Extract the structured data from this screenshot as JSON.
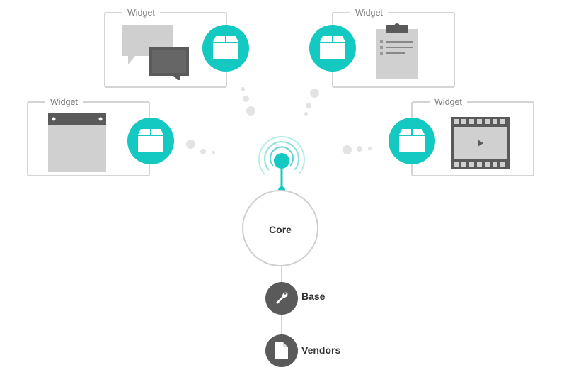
{
  "widgets": [
    {
      "label": "Widget",
      "icon": "chat-bubbles-icon"
    },
    {
      "label": "Widget",
      "icon": "clipboard-icon"
    },
    {
      "label": "Widget",
      "icon": "browser-window-icon"
    },
    {
      "label": "Widget",
      "icon": "film-strip-icon"
    }
  ],
  "core": {
    "label": "Core",
    "icon": "signal-broadcast-icon"
  },
  "base": {
    "label": "Base",
    "icon": "wrench-icon"
  },
  "vendors": {
    "label": "Vendors",
    "icon": "document-icon"
  },
  "colors": {
    "accent": "#13c9c1",
    "dark": "#5a5a5a",
    "border": "#d4d4d4",
    "dot": "#e3e3e3"
  }
}
